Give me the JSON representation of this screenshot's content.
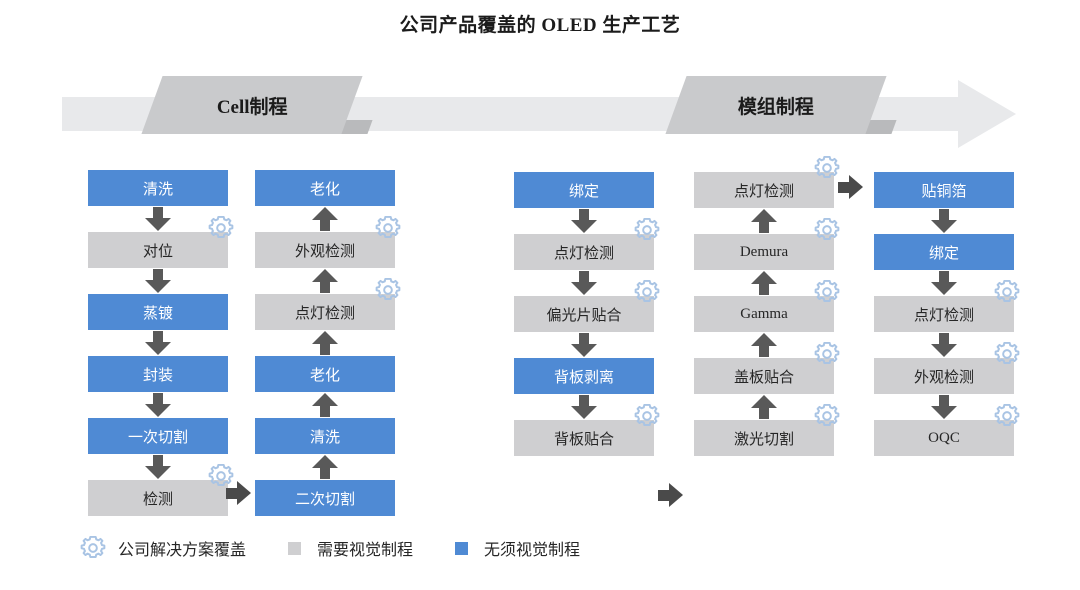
{
  "title": "公司产品覆盖的 OLED 生产工艺",
  "colors": {
    "blue": "#4f8ad4",
    "gray": "#cfcfd1",
    "band": "#e8e9eb",
    "phase": "#c9cacc",
    "arrow": "#595959",
    "gear": "#a9c4e4"
  },
  "banner": {
    "phases": [
      {
        "label": "Cell制程"
      },
      {
        "label": "模组制程"
      }
    ]
  },
  "columns": [
    {
      "id": "cell-col-1",
      "direction": "down",
      "nodes": [
        {
          "label": "清洗",
          "type": "blue",
          "gear": false
        },
        {
          "label": "对位",
          "type": "gray",
          "gear": true
        },
        {
          "label": "蒸镀",
          "type": "blue",
          "gear": false
        },
        {
          "label": "封装",
          "type": "blue",
          "gear": false
        },
        {
          "label": "一次切割",
          "type": "blue",
          "gear": false
        },
        {
          "label": "检测",
          "type": "gray",
          "gear": true
        }
      ]
    },
    {
      "id": "cell-col-2",
      "direction": "up",
      "nodes": [
        {
          "label": "老化",
          "type": "blue",
          "gear": false
        },
        {
          "label": "外观检测",
          "type": "gray",
          "gear": true
        },
        {
          "label": "点灯检测",
          "type": "gray",
          "gear": true
        },
        {
          "label": "老化",
          "type": "blue",
          "gear": false
        },
        {
          "label": "清洗",
          "type": "blue",
          "gear": false
        },
        {
          "label": "二次切割",
          "type": "blue",
          "gear": false
        }
      ]
    },
    {
      "id": "module-col-1",
      "direction": "down",
      "nodes": [
        {
          "label": "绑定",
          "type": "blue",
          "gear": false
        },
        {
          "label": "点灯检测",
          "type": "gray",
          "gear": true
        },
        {
          "label": "偏光片贴合",
          "type": "gray",
          "gear": true
        },
        {
          "label": "背板剥离",
          "type": "blue",
          "gear": false
        },
        {
          "label": "背板贴合",
          "type": "gray",
          "gear": true
        }
      ]
    },
    {
      "id": "module-col-2",
      "direction": "up",
      "nodes": [
        {
          "label": "点灯检测",
          "type": "gray",
          "gear": true
        },
        {
          "label": "Demura",
          "type": "gray",
          "gear": true
        },
        {
          "label": "Gamma",
          "type": "gray",
          "gear": true
        },
        {
          "label": "盖板贴合",
          "type": "gray",
          "gear": true
        },
        {
          "label": "激光切割",
          "type": "gray",
          "gear": true
        }
      ]
    },
    {
      "id": "module-col-3",
      "direction": "down",
      "nodes": [
        {
          "label": "贴铜箔",
          "type": "blue",
          "gear": false
        },
        {
          "label": "绑定",
          "type": "blue",
          "gear": false
        },
        {
          "label": "点灯检测",
          "type": "gray",
          "gear": true
        },
        {
          "label": "外观检测",
          "type": "gray",
          "gear": true
        },
        {
          "label": "OQC",
          "type": "gray",
          "gear": true
        }
      ]
    }
  ],
  "legend": {
    "items": [
      {
        "marker": "gear",
        "label": "公司解决方案覆盖"
      },
      {
        "marker": "gray",
        "label": "需要视觉制程"
      },
      {
        "marker": "blue",
        "label": "无须视觉制程"
      }
    ]
  }
}
